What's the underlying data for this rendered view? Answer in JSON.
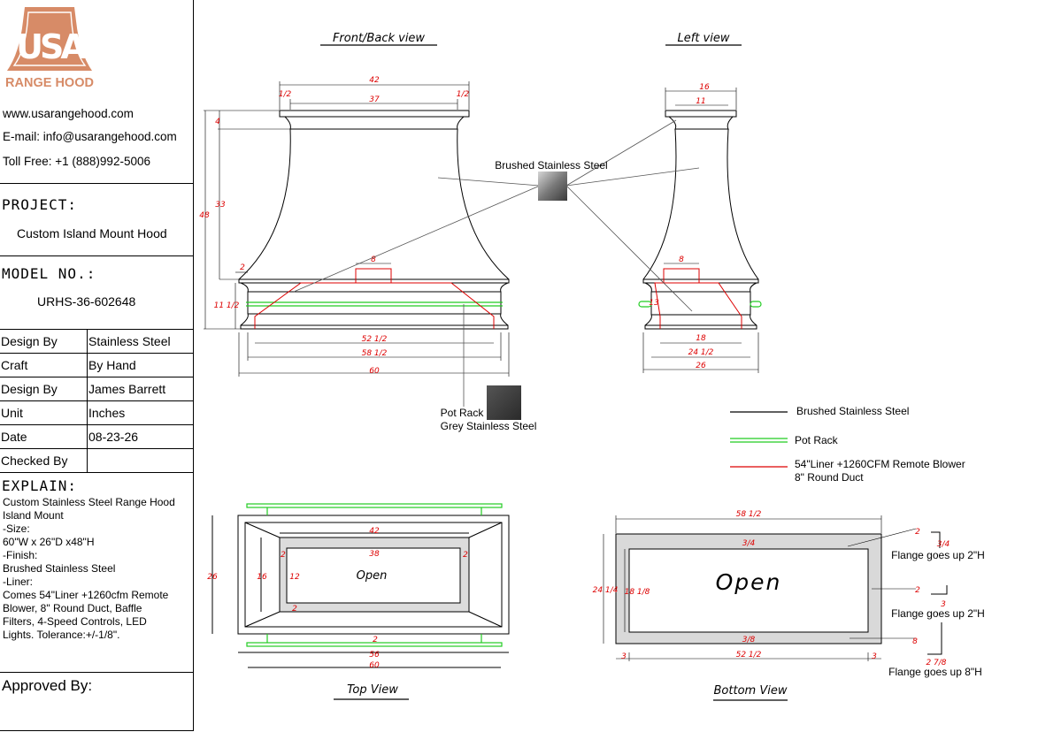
{
  "brand": {
    "logo_letters": "USA",
    "logo_text": "RANGE HOOD"
  },
  "contact": {
    "website": "www.usarangehood.com",
    "email": "E-mail: info@usarangehood.com",
    "phone": "Toll Free: +1 (888)992-5006"
  },
  "project": {
    "label": "PROJECT:",
    "value": "Custom Island Mount Hood"
  },
  "model": {
    "label": "MODEL NO.:",
    "value": "URHS-36-602648"
  },
  "info_rows": [
    {
      "key": "Design By",
      "value": "Stainless Steel"
    },
    {
      "key": "Craft",
      "value": "By Hand"
    },
    {
      "key": "Design By",
      "value": "James Barrett"
    },
    {
      "key": "Unit",
      "value": "Inches"
    },
    {
      "key": "Date",
      "value": "08-23-26"
    },
    {
      "key": "Checked By",
      "value": ""
    }
  ],
  "explain": {
    "label": "EXPLAIN:",
    "lines": [
      "Custom Stainless Steel Range Hood",
      "Island Mount",
      "-Size:",
      "60\"W x 26\"D x48\"H",
      "-Finish:",
      "Brushed Stainless Steel",
      "-Liner:",
      "Comes 54\"Liner +1260cfm Remote",
      "Blower, 8\" Round Duct, Baffle",
      "Filters, 4-Speed Controls, LED",
      "Lights. Tolerance:+/-1/8\"."
    ]
  },
  "approved": "Approved By:",
  "views": {
    "front": "Front/Back view",
    "left": "Left view",
    "top": "Top View",
    "bottom": "Bottom View"
  },
  "callouts": {
    "brushed": "Brushed Stainless Steel",
    "pot_rack": "Pot Rack",
    "grey": "Grey Stainless Steel",
    "open": "Open",
    "flange_2": "Flange goes up 2\"H",
    "flange_8": "Flange goes up 8\"H"
  },
  "legend": [
    {
      "label": "Brushed Stainless Steel",
      "color": "#000000"
    },
    {
      "label": "Pot Rack",
      "color": "#22cc22"
    },
    {
      "label": "54\"Liner +1260CFM Remote Blower",
      "label2": "8\" Round Duct",
      "color": "#dd0000"
    }
  ],
  "dims": {
    "front_top_w": "42",
    "front_top_inner": "37",
    "front_half": "1/2",
    "front_h_4": "4",
    "front_h_33": "33",
    "front_h_48": "48",
    "front_h_2": "2",
    "front_h_11": "11 1/2",
    "front_duct": "8",
    "front_52": "52 1/2",
    "front_58": "58 1/2",
    "front_60": "60",
    "left_16": "16",
    "left_11": "11",
    "left_8": "8",
    "left_13": "13",
    "left_18": "18",
    "left_24": "24 1/2",
    "left_26": "26",
    "top_42": "42",
    "top_38": "38",
    "top_2": "2",
    "top_16": "16",
    "top_12": "12",
    "top_26": "26",
    "top_56": "56",
    "top_60": "60",
    "bot_58": "58 1/2",
    "bot_34": "3/4",
    "bot_24": "24 1/4",
    "bot_18": "18 1/8",
    "bot_38": "3/8",
    "bot_3": "3",
    "bot_52": "52 1/2",
    "bot_2": "2",
    "bot_8": "8",
    "bot_27": "2 7/8"
  }
}
